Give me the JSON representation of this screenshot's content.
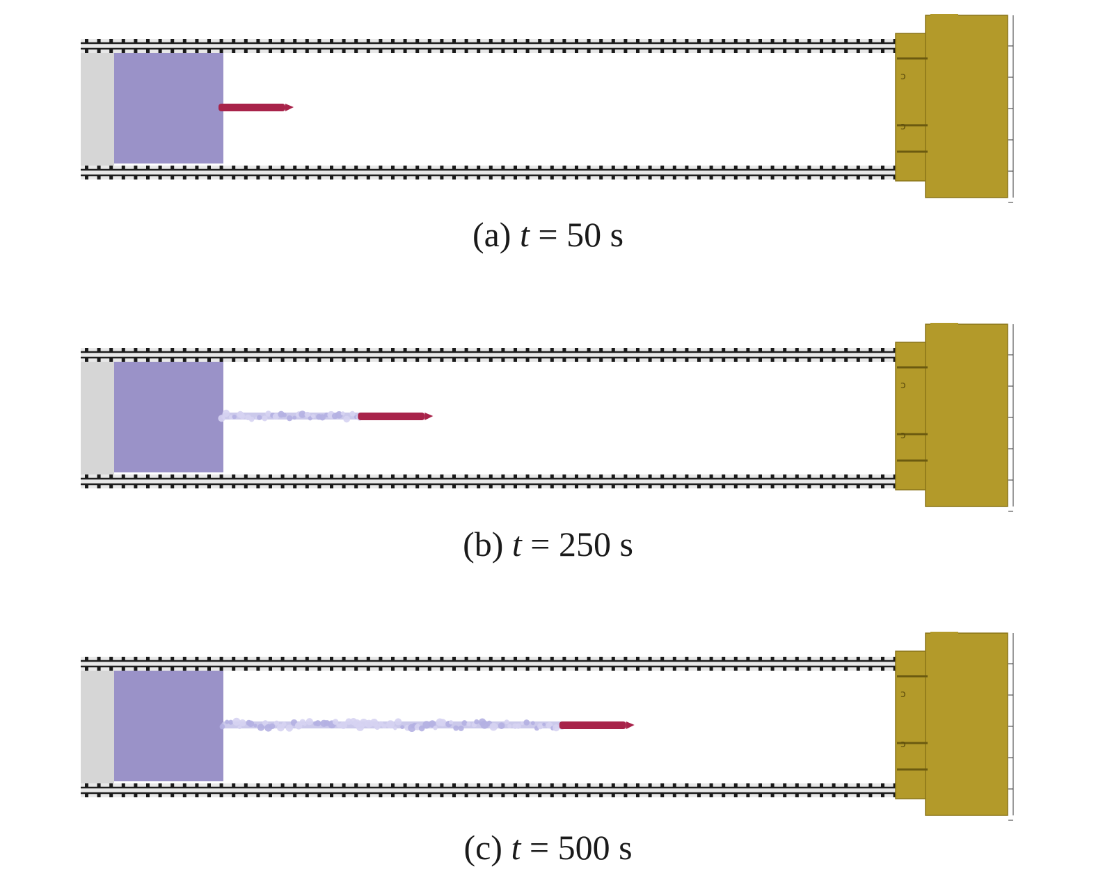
{
  "panels": [
    {
      "id": "a",
      "time_s": 50,
      "tail_progress": 0.0,
      "caption": {
        "prefix": "(a) ",
        "var": "t",
        "rest": " = 50 s"
      }
    },
    {
      "id": "b",
      "time_s": 250,
      "tail_progress": 0.27,
      "caption": {
        "prefix": "(b) ",
        "var": "t",
        "rest": " = 250 s"
      }
    },
    {
      "id": "c",
      "time_s": 500,
      "tail_progress": 0.66,
      "caption": {
        "prefix": "(c) ",
        "var": "t",
        "rest": " = 500 s"
      }
    }
  ],
  "colors": {
    "background": "#ffffff",
    "concrete_gray": "#d6d6d6",
    "source_block": "#9a92c8",
    "projectile": "#a8234a",
    "trail": "#c2bfe8",
    "machine": "#b39a2a",
    "machine_edge": "#8a7418",
    "rail": "#1e1e1e"
  }
}
